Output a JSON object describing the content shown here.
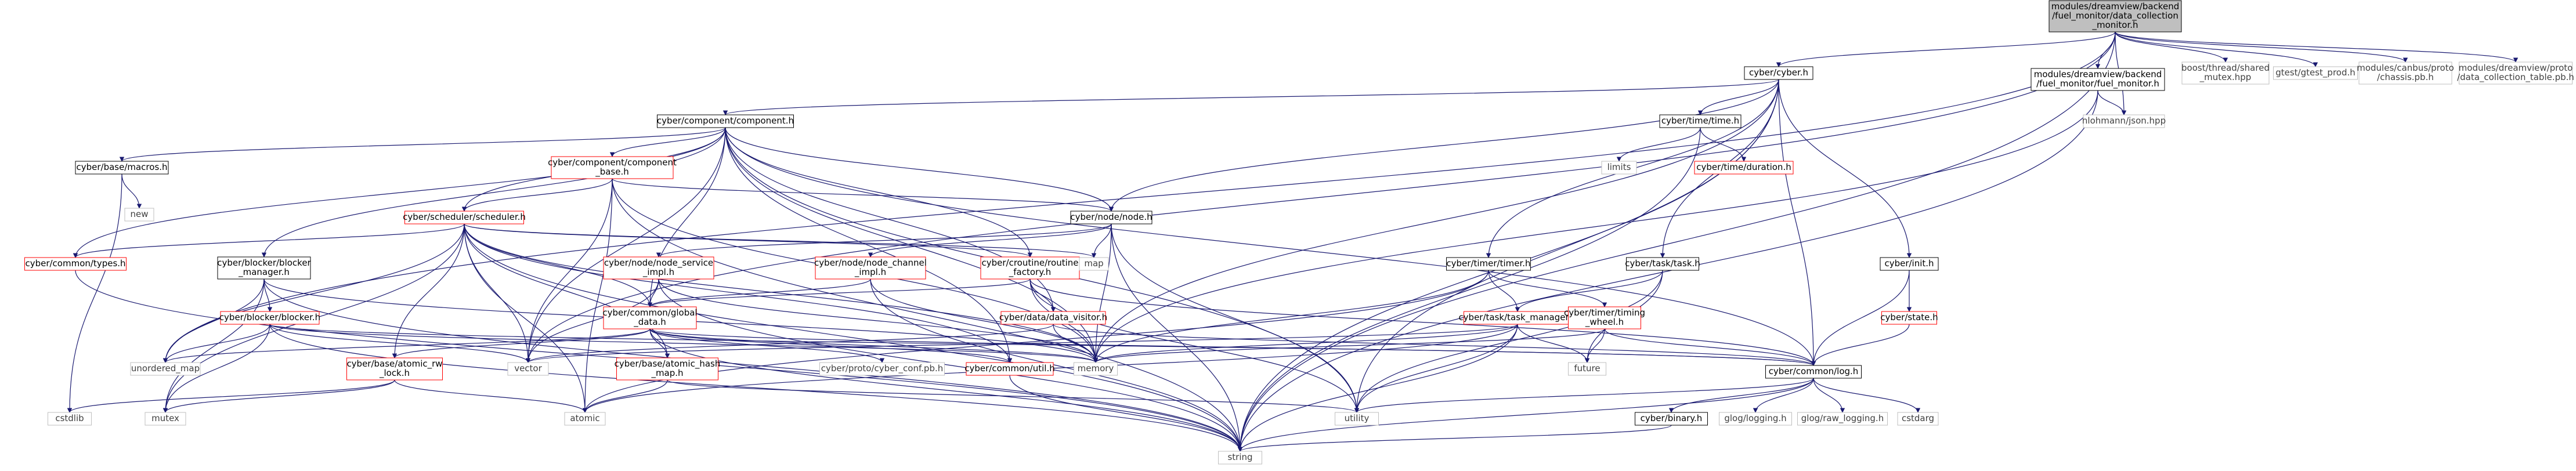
{
  "graph": {
    "nodes": [
      {
        "id": "root",
        "lines": [
          "modules/dreamview/backend",
          "/fuel_monitor/data_collection",
          "_monitor.h"
        ],
        "style": "root"
      },
      {
        "id": "cyber_h",
        "lines": [
          "cyber/cyber.h"
        ],
        "style": "doc"
      },
      {
        "id": "fuel_monitor_h",
        "lines": [
          "modules/dreamview/backend",
          "/fuel_monitor/fuel_monitor.h"
        ],
        "style": "doc"
      },
      {
        "id": "nlohmann",
        "lines": [
          "nlohmann/json.hpp"
        ],
        "style": "ext"
      },
      {
        "id": "boost_mutex",
        "lines": [
          "boost/thread/shared",
          "_mutex.hpp"
        ],
        "style": "ext"
      },
      {
        "id": "gtest_prod",
        "lines": [
          "gtest/gtest_prod.h"
        ],
        "style": "ext"
      },
      {
        "id": "chassis_pb",
        "lines": [
          "modules/canbus/proto",
          "/chassis.pb.h"
        ],
        "style": "ext"
      },
      {
        "id": "data_collection_pb",
        "lines": [
          "modules/dreamview/proto",
          "/data_collection_table.pb.h"
        ],
        "style": "ext"
      },
      {
        "id": "component_h",
        "lines": [
          "cyber/component/component.h"
        ],
        "style": "doc"
      },
      {
        "id": "time_h",
        "lines": [
          "cyber/time/time.h"
        ],
        "style": "doc"
      },
      {
        "id": "macros_h",
        "lines": [
          "cyber/base/macros.h"
        ],
        "style": "doc"
      },
      {
        "id": "new",
        "lines": [
          "new"
        ],
        "style": "ext"
      },
      {
        "id": "component_base_h",
        "lines": [
          "cyber/component/component",
          "_base.h"
        ],
        "style": "red"
      },
      {
        "id": "limits",
        "lines": [
          "limits"
        ],
        "style": "ext"
      },
      {
        "id": "duration_h",
        "lines": [
          "cyber/time/duration.h"
        ],
        "style": "red"
      },
      {
        "id": "scheduler_h",
        "lines": [
          "cyber/scheduler/scheduler.h"
        ],
        "style": "red"
      },
      {
        "id": "node_h",
        "lines": [
          "cyber/node/node.h"
        ],
        "style": "doc"
      },
      {
        "id": "types_h",
        "lines": [
          "cyber/common/types.h"
        ],
        "style": "red"
      },
      {
        "id": "blocker_manager_h",
        "lines": [
          "cyber/blocker/blocker",
          "_manager.h"
        ],
        "style": "doc"
      },
      {
        "id": "node_service_impl_h",
        "lines": [
          "cyber/node/node_service",
          "_impl.h"
        ],
        "style": "red"
      },
      {
        "id": "node_channel_impl_h",
        "lines": [
          "cyber/node/node_channel",
          "_impl.h"
        ],
        "style": "red"
      },
      {
        "id": "routine_factory_h",
        "lines": [
          "cyber/croutine/routine",
          "_factory.h"
        ],
        "style": "red"
      },
      {
        "id": "map",
        "lines": [
          "map"
        ],
        "style": "ext"
      },
      {
        "id": "timer_h",
        "lines": [
          "cyber/timer/timer.h"
        ],
        "style": "doc"
      },
      {
        "id": "task_h",
        "lines": [
          "cyber/task/task.h"
        ],
        "style": "doc"
      },
      {
        "id": "init_h",
        "lines": [
          "cyber/init.h"
        ],
        "style": "doc"
      },
      {
        "id": "blocker_h",
        "lines": [
          "cyber/blocker/blocker.h"
        ],
        "style": "red"
      },
      {
        "id": "global_data_h",
        "lines": [
          "cyber/common/global",
          "_data.h"
        ],
        "style": "red"
      },
      {
        "id": "data_visitor_h",
        "lines": [
          "cyber/data/data_visitor.h"
        ],
        "style": "red"
      },
      {
        "id": "task_manager_h",
        "lines": [
          "cyber/task/task_manager.h"
        ],
        "style": "red"
      },
      {
        "id": "timing_wheel_h",
        "lines": [
          "cyber/timer/timing",
          "_wheel.h"
        ],
        "style": "red"
      },
      {
        "id": "state_h",
        "lines": [
          "cyber/state.h"
        ],
        "style": "red"
      },
      {
        "id": "unordered_map",
        "lines": [
          "unordered_map"
        ],
        "style": "ext"
      },
      {
        "id": "atomic_rw_lock_h",
        "lines": [
          "cyber/base/atomic_rw",
          "_lock.h"
        ],
        "style": "red"
      },
      {
        "id": "vector",
        "lines": [
          "vector"
        ],
        "style": "ext"
      },
      {
        "id": "atomic_hash_map_h",
        "lines": [
          "cyber/base/atomic_hash",
          "_map.h"
        ],
        "style": "red"
      },
      {
        "id": "cyber_conf_pb",
        "lines": [
          "cyber/proto/cyber_conf.pb.h"
        ],
        "style": "ext"
      },
      {
        "id": "util_h",
        "lines": [
          "cyber/common/util.h"
        ],
        "style": "red"
      },
      {
        "id": "memory",
        "lines": [
          "memory"
        ],
        "style": "ext"
      },
      {
        "id": "future",
        "lines": [
          "future"
        ],
        "style": "ext"
      },
      {
        "id": "log_h",
        "lines": [
          "cyber/common/log.h"
        ],
        "style": "doc"
      },
      {
        "id": "cstdlib",
        "lines": [
          "cstdlib"
        ],
        "style": "ext"
      },
      {
        "id": "mutex",
        "lines": [
          "mutex"
        ],
        "style": "ext"
      },
      {
        "id": "atomic",
        "lines": [
          "atomic"
        ],
        "style": "ext"
      },
      {
        "id": "utility",
        "lines": [
          "utility"
        ],
        "style": "ext"
      },
      {
        "id": "binary_h",
        "lines": [
          "cyber/binary.h"
        ],
        "style": "doc"
      },
      {
        "id": "glog_logging",
        "lines": [
          "glog/logging.h"
        ],
        "style": "ext"
      },
      {
        "id": "glog_raw_logging",
        "lines": [
          "glog/raw_logging.h"
        ],
        "style": "ext"
      },
      {
        "id": "cstdarg",
        "lines": [
          "cstdarg"
        ],
        "style": "ext"
      },
      {
        "id": "string",
        "lines": [
          "string"
        ],
        "style": "ext"
      }
    ],
    "colors": {
      "root_fill": "#bfbfbf",
      "doc_border": "#000000",
      "red_border": "#ff0000",
      "ext_border": "#bfbfbf",
      "edge": "#191970",
      "text": "#000000",
      "ext_text": "#404040"
    }
  }
}
